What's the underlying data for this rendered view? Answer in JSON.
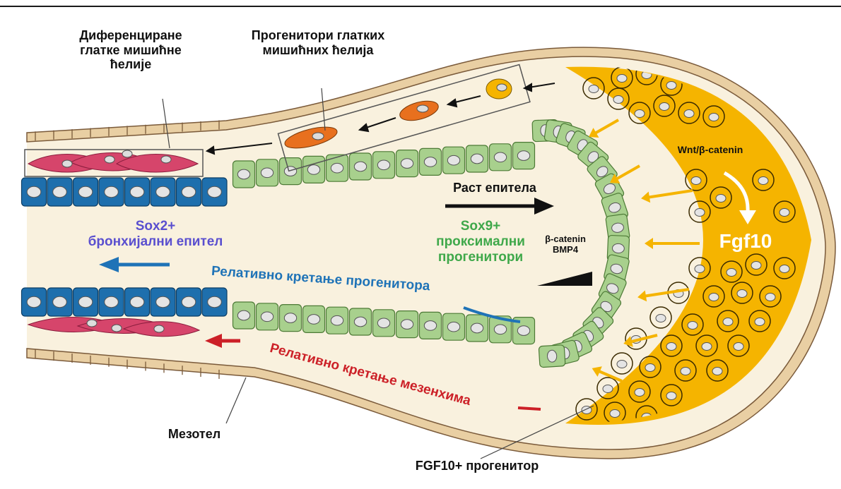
{
  "labels": {
    "differentiated_smc": [
      "Диференциране",
      "глатке мишићне",
      "ћелије"
    ],
    "smc_progenitors": [
      "Прогенитори глатких",
      "мишићних ћелија"
    ],
    "wnt": "Wnt/β-catenin",
    "fgf10": "Fgf10",
    "epithelial_growth": "Раст епитела",
    "sox2": [
      "Sox2+",
      "бронхијални епител"
    ],
    "sox9": [
      "Sox9+",
      "проксимални",
      "прогенитори"
    ],
    "gradient": [
      "β-catenin",
      "BMP4"
    ],
    "progenitor_movement": "Релативно кретање прогенитора",
    "mesenchyme_movement": "Релативно кретање мезенхима",
    "mesothelium": "Мезотел",
    "fgf10_progenitor": "FGF10+ прогенитор"
  },
  "colors": {
    "mesenchyme": "#f9f1de",
    "fgf10_zone": "#f5b400",
    "epithelium_proximal": "#1e6fad",
    "epithelium_distal": "#a8d08d",
    "smooth_muscle": "#d6456b",
    "smc_progenitor": "#e8701e",
    "mesothelium": "#e9cfa3",
    "sox2_text": "#5a4fcf",
    "sox9_text": "#3fa84a",
    "progenitor_move": "#1f73b7",
    "mesenchyme_move": "#cc2027"
  }
}
